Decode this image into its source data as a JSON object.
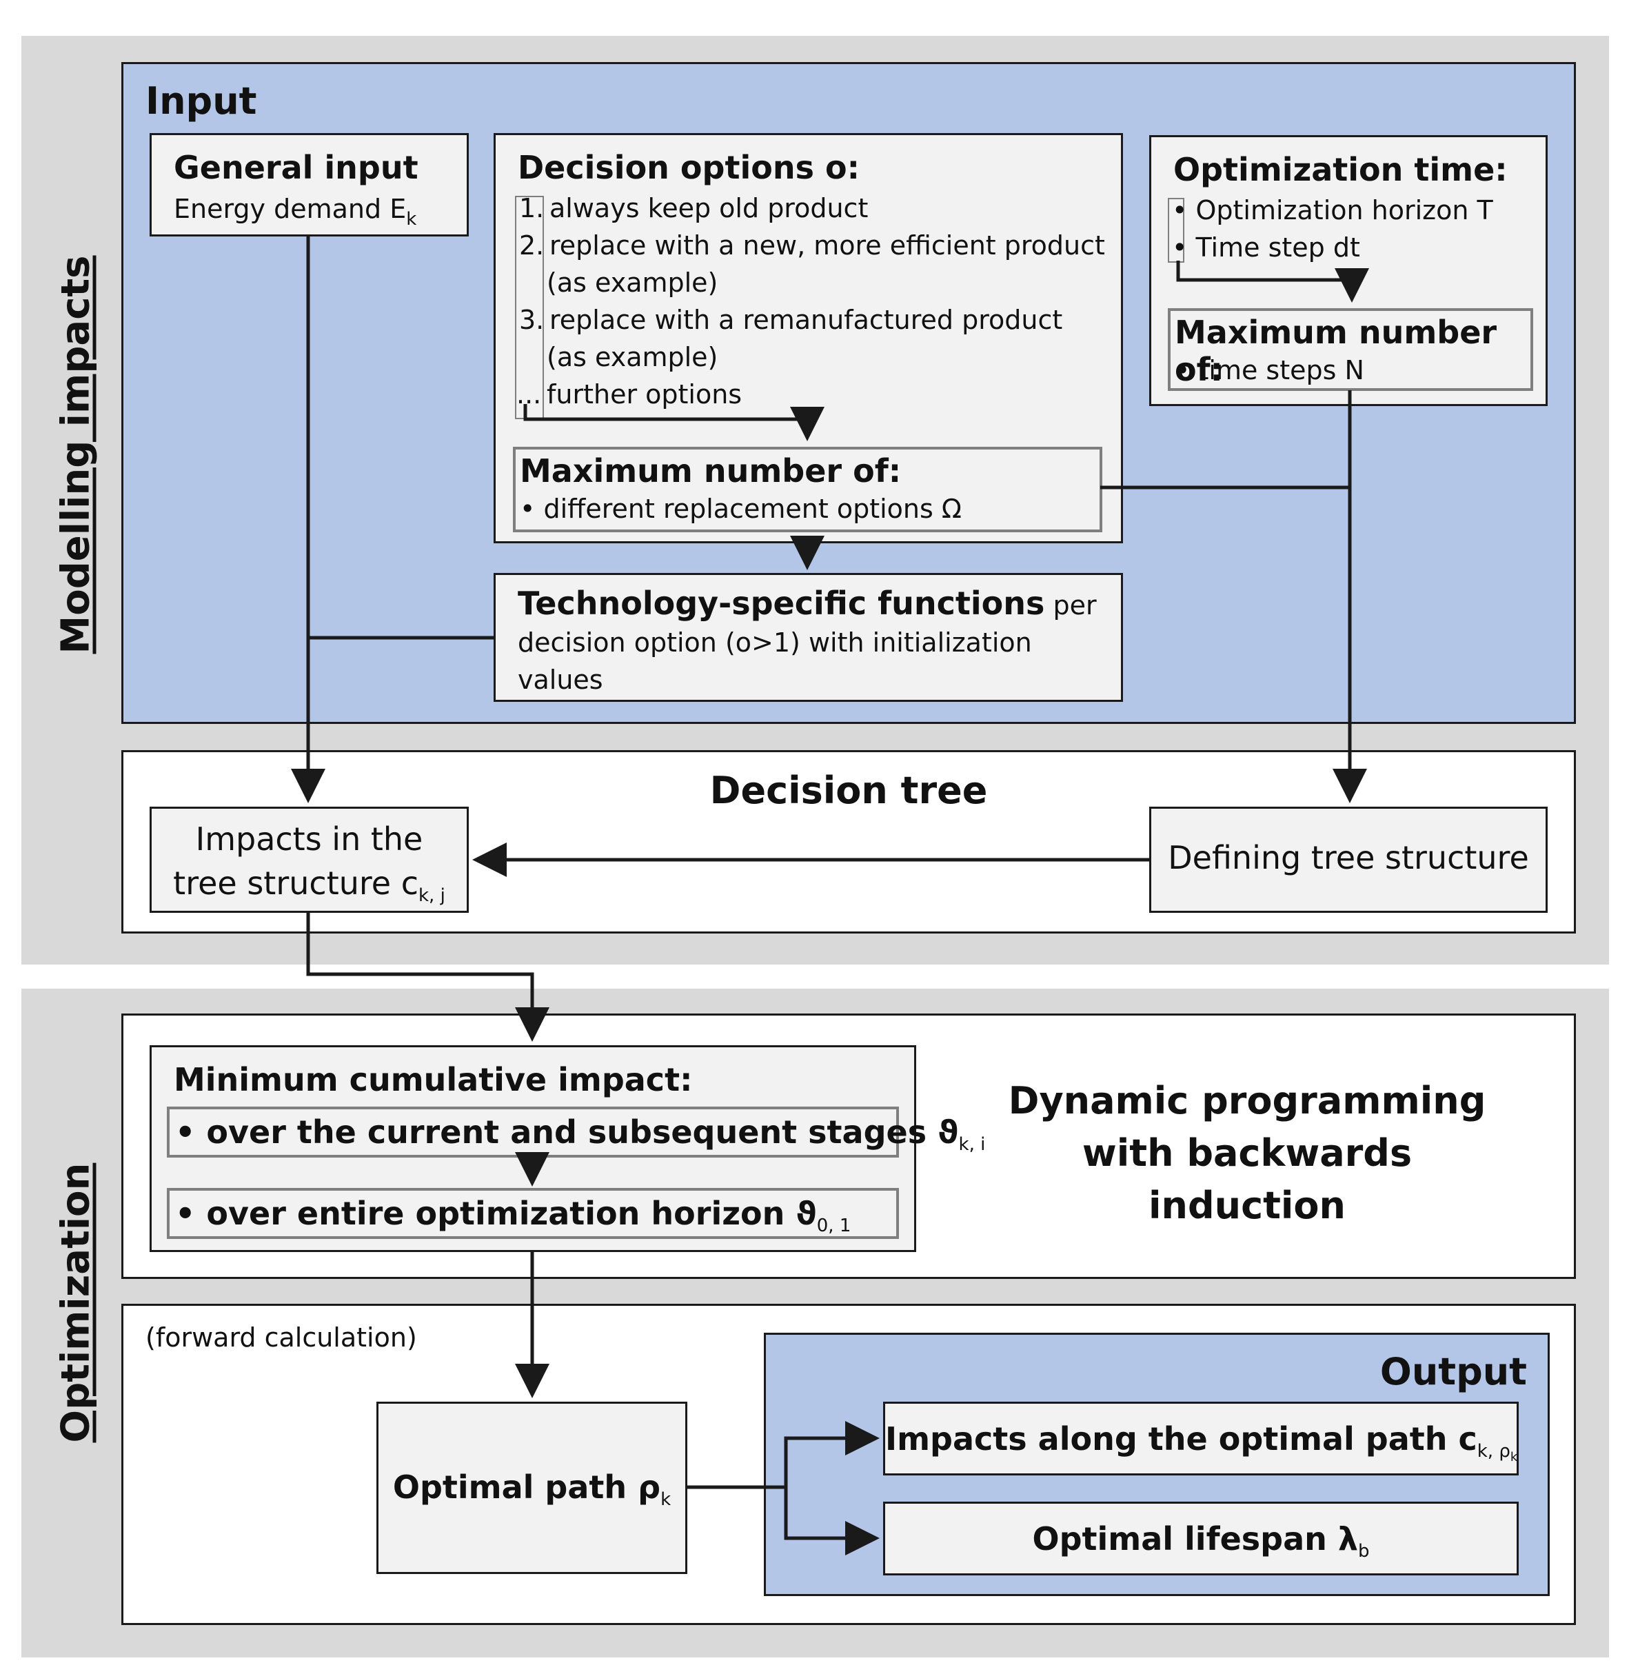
{
  "sections": {
    "modelling": {
      "label": "Modelling impacts"
    },
    "optimization": {
      "label": "Optimization"
    }
  },
  "input": {
    "title": "Input",
    "general": {
      "title": "General input",
      "text": "Energy demand E",
      "sub": "k"
    },
    "decision": {
      "title": "Decision options o:",
      "items": [
        {
          "num": "1.",
          "text": "always keep old product"
        },
        {
          "num": "2.",
          "text": "replace with a new, more efficient product"
        },
        {
          "num": "",
          "text": "(as example)"
        },
        {
          "num": "3.",
          "text": "replace with a remanufactured product"
        },
        {
          "num": "",
          "text": "(as example)"
        },
        {
          "num": "...",
          "text": "further options"
        }
      ],
      "max_title": "Maximum number of:",
      "max_item": "• different replacement options Ω"
    },
    "opt_time": {
      "title": "Optimization time:",
      "items": [
        "• Optimization horizon T",
        "• Time step dt"
      ],
      "max_title": "Maximum number of:",
      "max_item": "• time steps N"
    },
    "tech": {
      "title": "Technology-specific functions",
      "title_suffix": " per",
      "line2": "decision option (o>1) with initialization",
      "line3": "values"
    }
  },
  "decision_tree": {
    "title": "Decision tree",
    "impacts_line1": "Impacts in the",
    "impacts_line2": "tree structure c",
    "impacts_sub": "k, j",
    "defining": "Defining tree structure"
  },
  "dynamic": {
    "title_lines": [
      "Dynamic programming",
      "with backwards",
      "induction"
    ],
    "min_title": "Minimum cumulative impact:",
    "item1": "• over the current and subsequent stages ϑ",
    "item1_sub": "k, i",
    "item2": "• over entire optimization horizon ϑ",
    "item2_sub": "0, 1"
  },
  "forward": {
    "label": "(forward calculation)",
    "optimal_path": "Optimal path ρ",
    "optimal_path_sub": "k",
    "output_title": "Output",
    "impacts_along": "Impacts along the optimal path c",
    "impacts_along_sub": "k, ρ",
    "impacts_along_subsub": "k",
    "lifespan": "Optimal lifespan λ",
    "lifespan_sub": "b"
  },
  "colors": {
    "blue_panel": "#b4c6e7",
    "gray_panel": "#d9d9d9",
    "box_fill": "#f2f2f2",
    "line": "#1a1a1a",
    "inner_border": "#7f7f7f"
  }
}
